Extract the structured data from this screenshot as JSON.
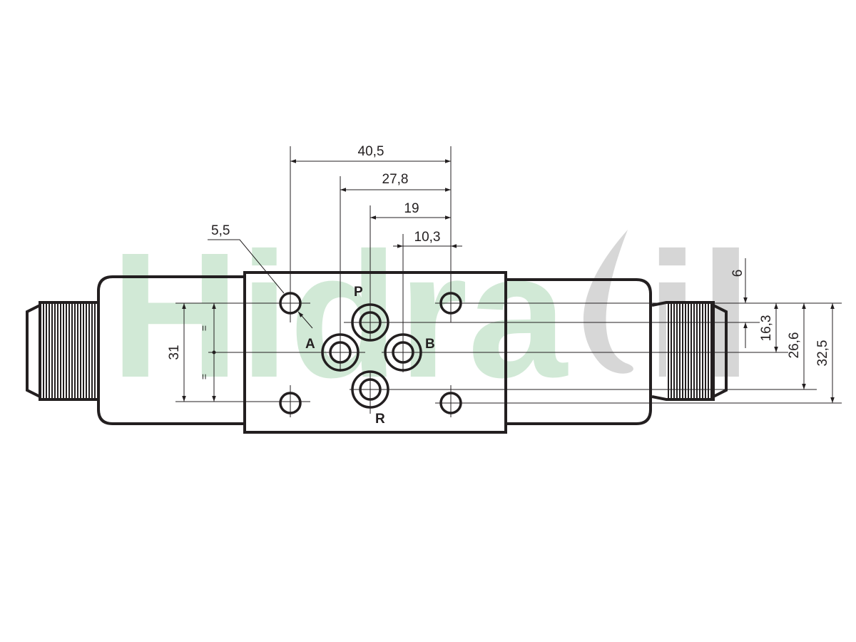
{
  "watermark": {
    "text": "Hidraoil",
    "part1": "Hidra",
    "part2": "il",
    "color": "#c9e6cf",
    "accent_color": "#d0d0d0"
  },
  "ports": {
    "P": "P",
    "A": "A",
    "B": "B",
    "R": "R"
  },
  "dimensions": {
    "d40_5": "40,5",
    "d27_8": "27,8",
    "d19": "19",
    "d10_3": "10,3",
    "d5_5": "5,5",
    "d31": "31",
    "d6": "6",
    "d16_3": "16,3",
    "d26_6": "26,6",
    "d32_5": "32,5",
    "equal_mark": "="
  },
  "colors": {
    "line": "#231f20",
    "background": "#ffffff"
  }
}
